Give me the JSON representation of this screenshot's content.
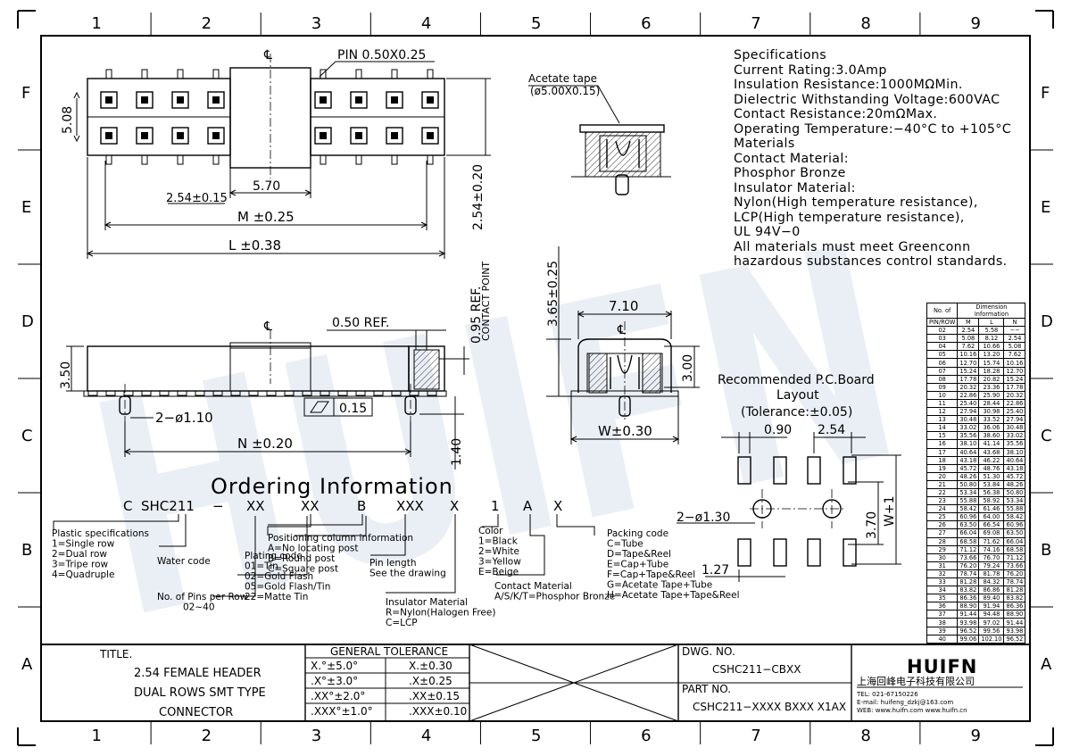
{
  "title": "2.54 FEMALE HEADER DUAL ROWS SMT TYPE CONNECTOR",
  "frame": {
    "columns": [
      "1",
      "2",
      "3",
      "4",
      "5",
      "6",
      "7",
      "8",
      "9"
    ],
    "rows": [
      "F",
      "E",
      "D",
      "C",
      "B",
      "A"
    ]
  },
  "specifications": {
    "heading": "Specifications",
    "lines": [
      "Current  Rating:3.0Amp",
      "Insulation  Resistance:1000MΩMin.",
      "Dielectric  Withstanding  Voltage:600VAC",
      "Contact  Resistance:20mΩMax.",
      "Operating  Temperature:−40°C  to  +105°C",
      "Materials",
      "Contact  Material:",
      "Phosphor  Bronze",
      "Insulator  Material:",
      "Nylon(High  temperature  resistance),",
      "LCP(High  temperature  resistance),",
      "UL  94V−0",
      "All  materials  must  meet  Greenconn",
      "hazardous  substances  control  standards."
    ]
  },
  "top_view": {
    "cl": "℄",
    "pin_label": "PIN  0.50X0.25",
    "dim_508": "5.08",
    "dim_254": "2.54±0.15",
    "dim_570": "5.70",
    "dim_M": "M  ±0.25",
    "dim_L": "L  ±0.38",
    "dim_254_020": "2.54±0.20"
  },
  "side_view": {
    "cl": "℄",
    "dim_050": "0.50  REF.",
    "dim_095": "0.95  REF.",
    "contact_point": "CONTACT POINT",
    "dim_350": "3.50",
    "dim_2phi": "2−ø1.10",
    "flatness": "0.15",
    "dim_N": "N  ±0.20",
    "dim_140": "1.40"
  },
  "acetate": {
    "label": "Acetate  tape",
    "size": "(ø5.00X0.15)"
  },
  "end_view": {
    "cl": "℄",
    "dim_365": "3.65±0.25",
    "dim_710": "7.10",
    "dim_300": "3.00",
    "dim_W": "W±0.30"
  },
  "pcb_layout": {
    "title1": "Recommended  P.C.Board",
    "title2": "Layout",
    "tolerance": "(Tolerance:±0.05)",
    "dim_090": "0.90",
    "dim_254": "2.54",
    "dim_phi": "2−ø1.30",
    "dim_370": "3.70",
    "dim_W1": "W+1",
    "dim_127": "1.27"
  },
  "ordering": {
    "title": "Ordering  Information",
    "code": {
      "c": "C",
      "shc": "SHC211",
      "dash": "−",
      "xx1": "XX",
      "xx2": "XX",
      "b": "B",
      "xxx": "XXX",
      "x1": "X",
      "one": "1",
      "a": "A",
      "x2": "X"
    },
    "plastic": [
      "Plastic  specifications",
      "1=Single  row",
      "2=Dual  row",
      "3=Tripe  row",
      "4=Quadruple"
    ],
    "water": "Water  code",
    "pins": [
      "No. of  Pins  per  Row",
      "02~40"
    ],
    "plating": [
      "Plating  code",
      "01=Tin",
      "02=Gold  Flash",
      "05=Gold  Flash/Tin",
      "22=Matte  Tin"
    ],
    "positioning": [
      "Positioning  column  information",
      "A=No  locating  post",
      "B=Round  post",
      "C=Square  post"
    ],
    "pin_length": [
      "Pin  length",
      "See  the  drawing"
    ],
    "insulator": [
      "Insulator  Material",
      "R=Nylon(Halogen  Free)",
      "C=LCP"
    ],
    "color": [
      "Color",
      "1=Black",
      "2=White",
      "3=Yellow",
      "E=Beige"
    ],
    "contact": [
      "Contact  Material",
      "A/S/K/T=Phosphor  Bronze"
    ],
    "packing": [
      "Packing  code",
      "C=Tube",
      "D=Tape&Reel",
      "E=Cap+Tube",
      "F=Cap+Tape&Reel",
      "G=Acetate  Tape+Tube",
      "H=Acetate  Tape+Tape&Reel"
    ]
  },
  "title_block": {
    "title_label": "TITLE.",
    "title_lines": [
      "2.54  FEMALE  HEADER",
      "DUAL  ROWS  SMT  TYPE",
      "CONNECTOR"
    ],
    "tolerance_header": "GENERAL  TOLERANCE",
    "tol_left": [
      "X.°±5.0°",
      ".X°±3.0°",
      ".XX°±2.0°",
      ".XXX°±1.0°"
    ],
    "tol_right": [
      "X.±0.30",
      ".X±0.25",
      ".XX±0.15",
      ".XXX±0.10"
    ],
    "dwg_label": "DWG.  NO.",
    "dwg_no": "CSHC211−CBXX",
    "part_label": "PART  NO.",
    "part_no": "CSHC211−XXXX  BXXX  X1AX",
    "company_logo": "HUIFN",
    "company_name": "上海回峰电子科技有限公司",
    "tel": "TEL:  021-67150226",
    "email": "E-mail:  huifeng_dzkj@163.com",
    "web": "WEB:  www.huifn.com   www.huifn.cn"
  },
  "dim_table": {
    "header1": [
      "No.  of",
      "Dimension  Information"
    ],
    "header2": [
      "PIN/ROW",
      "M",
      "L",
      "N"
    ],
    "rows": [
      [
        "02",
        "2.54",
        "5.58",
        "−−"
      ],
      [
        "03",
        "5.08",
        "8.12",
        "2.54"
      ],
      [
        "04",
        "7.62",
        "10.66",
        "5.08"
      ],
      [
        "05",
        "10.16",
        "13.20",
        "7.62"
      ],
      [
        "06",
        "12.70",
        "15.74",
        "10.16"
      ],
      [
        "07",
        "15.24",
        "18.28",
        "12.70"
      ],
      [
        "08",
        "17.78",
        "20.82",
        "15.24"
      ],
      [
        "09",
        "20.32",
        "23.36",
        "17.78"
      ],
      [
        "10",
        "22.86",
        "25.90",
        "20.32"
      ],
      [
        "11",
        "25.40",
        "28.44",
        "22.86"
      ],
      [
        "12",
        "27.94",
        "30.98",
        "25.40"
      ],
      [
        "13",
        "30.48",
        "33.52",
        "27.94"
      ],
      [
        "14",
        "33.02",
        "36.06",
        "30.48"
      ],
      [
        "15",
        "35.56",
        "38.60",
        "33.02"
      ],
      [
        "16",
        "38.10",
        "41.14",
        "35.56"
      ],
      [
        "17",
        "40.64",
        "43.68",
        "38.10"
      ],
      [
        "18",
        "43.18",
        "46.22",
        "40.64"
      ],
      [
        "19",
        "45.72",
        "48.76",
        "43.18"
      ],
      [
        "20",
        "48.26",
        "51.30",
        "45.72"
      ],
      [
        "21",
        "50.80",
        "53.84",
        "48.26"
      ],
      [
        "22",
        "53.34",
        "56.38",
        "50.80"
      ],
      [
        "23",
        "55.88",
        "58.92",
        "53.34"
      ],
      [
        "24",
        "58.42",
        "61.46",
        "55.88"
      ],
      [
        "25",
        "60.96",
        "64.00",
        "58.42"
      ],
      [
        "26",
        "63.50",
        "66.54",
        "60.96"
      ],
      [
        "27",
        "66.04",
        "69.08",
        "63.50"
      ],
      [
        "28",
        "68.58",
        "71.62",
        "66.04"
      ],
      [
        "29",
        "71.12",
        "74.16",
        "68.58"
      ],
      [
        "30",
        "73.66",
        "76.70",
        "71.12"
      ],
      [
        "31",
        "76.20",
        "79.24",
        "73.66"
      ],
      [
        "32",
        "78.74",
        "81.78",
        "76.20"
      ],
      [
        "33",
        "81.28",
        "84.32",
        "78.74"
      ],
      [
        "34",
        "83.82",
        "86.86",
        "81.28"
      ],
      [
        "35",
        "86.36",
        "89.40",
        "83.82"
      ],
      [
        "36",
        "88.90",
        "91.94",
        "86.36"
      ],
      [
        "37",
        "91.44",
        "94.48",
        "88.90"
      ],
      [
        "38",
        "93.98",
        "97.02",
        "91.44"
      ],
      [
        "39",
        "96.52",
        "99.56",
        "93.98"
      ],
      [
        "40",
        "99.06",
        "102.10",
        "96.52"
      ]
    ]
  }
}
